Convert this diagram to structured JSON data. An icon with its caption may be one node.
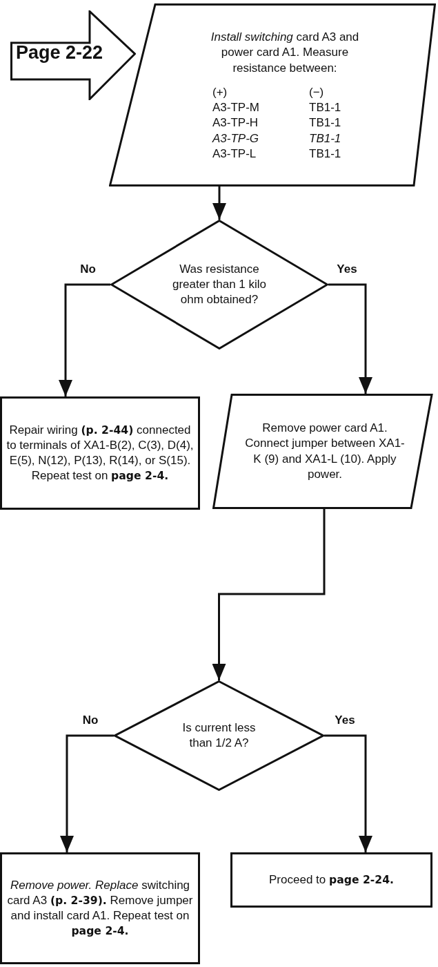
{
  "diagram": {
    "nodes": [
      {
        "text": [
          "Page 2-22"
        ]
      },
      {
        "text": [
          "*Install switching* card A3 and power card A1. Measure resistance between:",
          "(+)",
          "(−)",
          "A3-TP-M",
          "TB1-1",
          "A3-TP-H",
          "TB1-1",
          "*A3-TP-G*",
          "*TB1-1*",
          "A3-TP-L",
          "TB1-1"
        ]
      },
      {
        "text": [
          "Was resistance greater than 1 kilo ohm obtained?"
        ]
      },
      {
        "text": [
          "Repair wiring **(p. 2-44)** connected to terminals of XA1-B(2), C(3), D(4), E(5), N(12), P(13), R(14), or S(15). Repeat test on **page 2-4.**"
        ]
      },
      {
        "text": [
          "Remove power card A1. Connect jumper between XA1-K (9) and XA1-L (10). Apply power."
        ]
      },
      {
        "text": [
          "Is current less than 1/2 A?"
        ]
      },
      {
        "text": [
          "*Remove power. Replace* switching card A3 **(p. 2-39).** Remove jumper and install card A1. Repeat test on **page 2-4.**"
        ]
      },
      {
        "text": [
          "Proceed to **page 2-24.**"
        ]
      }
    ],
    "edges": [
      {
        "from": 1,
        "to": 2,
        "arrow": "to"
      },
      {
        "from": 2,
        "to": 3,
        "arrow": "to",
        "label": "No"
      },
      {
        "from": 2,
        "to": 4,
        "arrow": "to",
        "label": "Yes"
      },
      {
        "from": 4,
        "to": 5,
        "arrow": "to"
      },
      {
        "from": 5,
        "to": 6,
        "arrow": "to",
        "label": "No"
      },
      {
        "from": 5,
        "to": 7,
        "arrow": "to",
        "label": "Yes"
      }
    ]
  }
}
